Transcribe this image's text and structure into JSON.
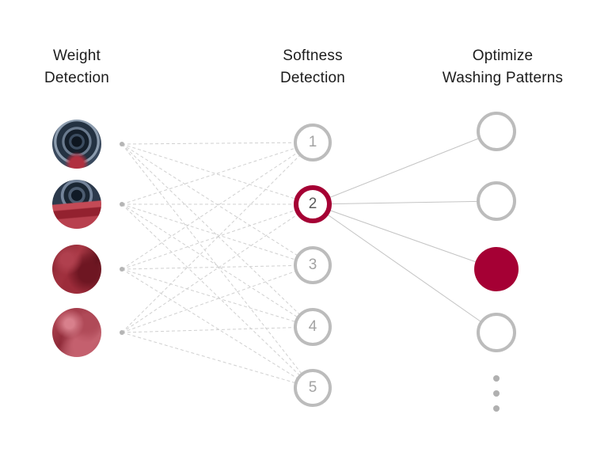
{
  "columns": {
    "weight": {
      "title": [
        "Weight",
        "Detection"
      ]
    },
    "softness": {
      "title": [
        "Softness",
        "Detection"
      ]
    },
    "optimize": {
      "title": [
        "Optimize",
        "Washing Patterns"
      ]
    }
  },
  "input_nodes": [
    {
      "icon": "washer-drum-empty-photo"
    },
    {
      "icon": "washer-drum-red-fabric-photo"
    },
    {
      "icon": "dark-red-fabric-photo"
    },
    {
      "icon": "pink-red-fabric-photo"
    }
  ],
  "hidden_nodes": [
    {
      "label": "1",
      "highlighted": false
    },
    {
      "label": "2",
      "highlighted": true
    },
    {
      "label": "3",
      "highlighted": false
    },
    {
      "label": "4",
      "highlighted": false
    },
    {
      "label": "5",
      "highlighted": false
    }
  ],
  "output_nodes": [
    {
      "state": "outline"
    },
    {
      "state": "outline"
    },
    {
      "state": "filled"
    },
    {
      "state": "outline"
    }
  ],
  "ellipsis_dot_count": 3,
  "colors": {
    "accent": "#a50034",
    "node_border": "#bcbcbc",
    "dashed_line": "#d0d0d0",
    "solid_line": "#c4c4c4",
    "title_text": "#1c1c1c",
    "number_text": "#a3a3a3"
  }
}
